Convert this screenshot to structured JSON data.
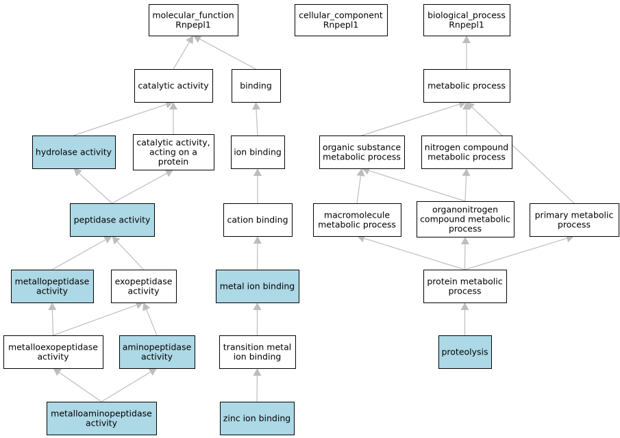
{
  "colors": {
    "highlight": "#add8e6",
    "plain": "#ffffff",
    "edge": "#bdbdbd",
    "border": "#000000"
  },
  "nodes": [
    {
      "id": "molecular_function",
      "lines": [
        "molecular_function",
        "Rnpepl1"
      ],
      "highlighted": false
    },
    {
      "id": "cellular_component",
      "lines": [
        "cellular_component",
        "Rnpepl1"
      ],
      "highlighted": false
    },
    {
      "id": "biological_process",
      "lines": [
        "biological_process",
        "Rnpepl1"
      ],
      "highlighted": false
    },
    {
      "id": "catalytic_activity",
      "lines": [
        "catalytic activity"
      ],
      "highlighted": false
    },
    {
      "id": "binding",
      "lines": [
        "binding"
      ],
      "highlighted": false
    },
    {
      "id": "metabolic_process",
      "lines": [
        "metabolic process"
      ],
      "highlighted": false
    },
    {
      "id": "hydrolase_activity",
      "lines": [
        "hydrolase activity"
      ],
      "highlighted": true
    },
    {
      "id": "catalytic_activity_protein",
      "lines": [
        "catalytic activity,",
        "acting on a",
        "protein"
      ],
      "highlighted": false
    },
    {
      "id": "ion_binding",
      "lines": [
        "ion binding"
      ],
      "highlighted": false
    },
    {
      "id": "organic_substance_metabolic",
      "lines": [
        "organic substance",
        "metabolic process"
      ],
      "highlighted": false
    },
    {
      "id": "nitrogen_compound_metabolic",
      "lines": [
        "nitrogen compound",
        "metabolic process"
      ],
      "highlighted": false
    },
    {
      "id": "peptidase_activity",
      "lines": [
        "peptidase activity"
      ],
      "highlighted": true
    },
    {
      "id": "cation_binding",
      "lines": [
        "cation binding"
      ],
      "highlighted": false
    },
    {
      "id": "macromolecule_metabolic",
      "lines": [
        "macromolecule",
        "metabolic process"
      ],
      "highlighted": false
    },
    {
      "id": "organonitrogen_metabolic",
      "lines": [
        "organonitrogen",
        "compound metabolic",
        "process"
      ],
      "highlighted": false
    },
    {
      "id": "primary_metabolic",
      "lines": [
        "primary metabolic",
        "process"
      ],
      "highlighted": false
    },
    {
      "id": "metallopeptidase_activity",
      "lines": [
        "metallopeptidase",
        "activity"
      ],
      "highlighted": true
    },
    {
      "id": "exopeptidase_activity",
      "lines": [
        "exopeptidase",
        "activity"
      ],
      "highlighted": false
    },
    {
      "id": "metal_ion_binding",
      "lines": [
        "metal ion binding"
      ],
      "highlighted": true
    },
    {
      "id": "protein_metabolic",
      "lines": [
        "protein metabolic",
        "process"
      ],
      "highlighted": false
    },
    {
      "id": "metalloexopeptidase_activity",
      "lines": [
        "metalloexopeptidase",
        "activity"
      ],
      "highlighted": false
    },
    {
      "id": "aminopeptidase_activity",
      "lines": [
        "aminopeptidase",
        "activity"
      ],
      "highlighted": true
    },
    {
      "id": "transition_metal_ion_binding",
      "lines": [
        "transition metal",
        "ion binding"
      ],
      "highlighted": false
    },
    {
      "id": "proteolysis",
      "lines": [
        "proteolysis"
      ],
      "highlighted": true
    },
    {
      "id": "metalloaminopeptidase_activity",
      "lines": [
        "metalloaminopeptidase",
        "activity"
      ],
      "highlighted": true
    },
    {
      "id": "zinc_ion_binding",
      "lines": [
        "zinc ion binding"
      ],
      "highlighted": true
    }
  ],
  "edges": [
    {
      "from": "catalytic_activity",
      "to": "molecular_function"
    },
    {
      "from": "binding",
      "to": "molecular_function"
    },
    {
      "from": "hydrolase_activity",
      "to": "catalytic_activity"
    },
    {
      "from": "catalytic_activity_protein",
      "to": "catalytic_activity"
    },
    {
      "from": "ion_binding",
      "to": "binding"
    },
    {
      "from": "peptidase_activity",
      "to": "hydrolase_activity"
    },
    {
      "from": "peptidase_activity",
      "to": "catalytic_activity_protein"
    },
    {
      "from": "cation_binding",
      "to": "ion_binding"
    },
    {
      "from": "metallopeptidase_activity",
      "to": "peptidase_activity"
    },
    {
      "from": "exopeptidase_activity",
      "to": "peptidase_activity"
    },
    {
      "from": "metal_ion_binding",
      "to": "cation_binding"
    },
    {
      "from": "metalloexopeptidase_activity",
      "to": "metallopeptidase_activity"
    },
    {
      "from": "metalloexopeptidase_activity",
      "to": "exopeptidase_activity"
    },
    {
      "from": "aminopeptidase_activity",
      "to": "exopeptidase_activity"
    },
    {
      "from": "transition_metal_ion_binding",
      "to": "metal_ion_binding"
    },
    {
      "from": "metalloaminopeptidase_activity",
      "to": "metalloexopeptidase_activity"
    },
    {
      "from": "metalloaminopeptidase_activity",
      "to": "aminopeptidase_activity"
    },
    {
      "from": "zinc_ion_binding",
      "to": "transition_metal_ion_binding"
    },
    {
      "from": "metabolic_process",
      "to": "biological_process"
    },
    {
      "from": "organic_substance_metabolic",
      "to": "metabolic_process"
    },
    {
      "from": "nitrogen_compound_metabolic",
      "to": "metabolic_process"
    },
    {
      "from": "primary_metabolic",
      "to": "metabolic_process"
    },
    {
      "from": "macromolecule_metabolic",
      "to": "organic_substance_metabolic"
    },
    {
      "from": "organonitrogen_metabolic",
      "to": "organic_substance_metabolic"
    },
    {
      "from": "organonitrogen_metabolic",
      "to": "nitrogen_compound_metabolic"
    },
    {
      "from": "protein_metabolic",
      "to": "macromolecule_metabolic"
    },
    {
      "from": "protein_metabolic",
      "to": "organonitrogen_metabolic"
    },
    {
      "from": "protein_metabolic",
      "to": "primary_metabolic"
    },
    {
      "from": "proteolysis",
      "to": "protein_metabolic"
    }
  ]
}
